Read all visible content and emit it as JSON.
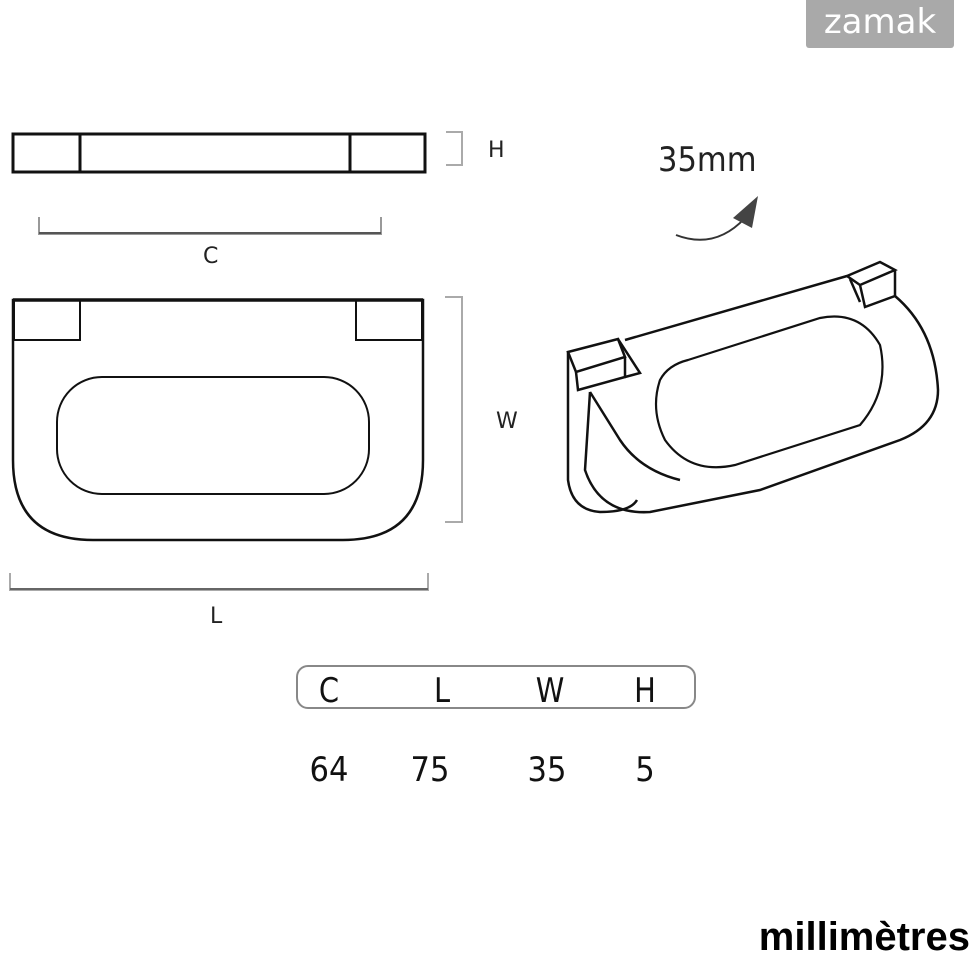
{
  "material_badge": "zamak",
  "drawing": {
    "dimension_labels": {
      "height": "H",
      "center_distance": "C",
      "width": "W",
      "length": "L"
    },
    "opening_angle": "35mm",
    "icons": [
      "rotation-arrow-icon"
    ]
  },
  "dimensions_table": {
    "headers": [
      "C",
      "L",
      "W",
      "H"
    ],
    "values": [
      "64",
      "75",
      "35",
      "5"
    ]
  },
  "units": "millimètres"
}
